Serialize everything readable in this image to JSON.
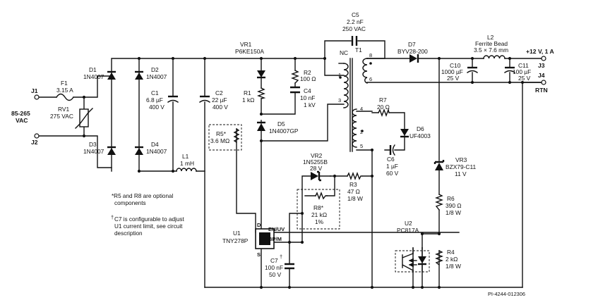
{
  "terminals": {
    "j1": "J1",
    "j2": "J2",
    "j3": "J3",
    "j4": "J4",
    "input_line1": "85-265",
    "input_line2": "VAC",
    "output_v": "+12 V, 1 A",
    "output_rtn": "RTN"
  },
  "components": {
    "f1": {
      "ref": "F1",
      "val": "3.15 A"
    },
    "rv1": {
      "ref": "RV1",
      "val": "275 VAC"
    },
    "d1": {
      "ref": "D1",
      "val": "1N4007"
    },
    "d2": {
      "ref": "D2",
      "val": "1N4007"
    },
    "d3": {
      "ref": "D3",
      "val": "1N4007"
    },
    "d4": {
      "ref": "D4",
      "val": "1N4007"
    },
    "c1": {
      "ref": "C1",
      "val1": "6.8 µF",
      "val2": "400 V"
    },
    "l1": {
      "ref": "L1",
      "val": "1 mH"
    },
    "c2": {
      "ref": "C2",
      "val1": "22 µF",
      "val2": "400 V"
    },
    "r5": {
      "ref": "R5*",
      "val": "3.6 MΩ"
    },
    "vr1": {
      "ref": "VR1",
      "val": "P6KE150A"
    },
    "r1": {
      "ref": "R1",
      "val": "1 kΩ"
    },
    "r2": {
      "ref": "R2",
      "val": "100 Ω"
    },
    "c4": {
      "ref": "C4",
      "val1": "10 nF",
      "val2": "1 kV"
    },
    "d5": {
      "ref": "D5",
      "val": "1N4007GP"
    },
    "c5": {
      "ref": "C5",
      "val1": "2.2 nF",
      "val2": "250 VAC"
    },
    "t1": {
      "ref": "T1",
      "nc": "NC",
      "pins": {
        "p1": "1",
        "p2": "2",
        "p3": "3",
        "p4": "4",
        "p5": "5",
        "p6": "6",
        "p8": "8"
      }
    },
    "d7": {
      "ref": "D7",
      "val": "BYV28-200"
    },
    "l2": {
      "ref": "L2",
      "val1": "Ferrite Bead",
      "val2": "3.5 × 7.6 mm"
    },
    "c10": {
      "ref": "C10",
      "val1": "1000 µF",
      "val2": "25 V"
    },
    "c11": {
      "ref": "C11",
      "val1": "100 µF",
      "val2": "25 V"
    },
    "r7": {
      "ref": "R7",
      "val": "20 Ω"
    },
    "d6": {
      "ref": "D6",
      "val": "UF4003"
    },
    "c6": {
      "ref": "C6",
      "val1": "1 µF",
      "val2": "60 V"
    },
    "vr2": {
      "ref": "VR2",
      "val1": "1N5255B",
      "val2": "28 V"
    },
    "r3": {
      "ref": "R3",
      "val1": "47 Ω",
      "val2": "1/8 W"
    },
    "r8": {
      "ref": "R8*",
      "val1": "21 kΩ",
      "val2": "1%"
    },
    "vr3": {
      "ref": "VR3",
      "val1": "BZX79-C11",
      "val2": "11 V"
    },
    "r6": {
      "ref": "R6",
      "val1": "390 Ω",
      "val2": "1/8 W"
    },
    "r4": {
      "ref": "R4",
      "val1": "2 kΩ",
      "val2": "1/8 W"
    },
    "u2": {
      "ref": "U2",
      "val": "PC817A"
    },
    "u1": {
      "ref": "U1",
      "val": "TNY278P",
      "pins": {
        "d": "D",
        "s": "S",
        "en": "EN/UV",
        "bp": "BP/M"
      }
    },
    "c7": {
      "ref": "C7",
      "dagger": "†",
      "val1": "100 nF",
      "val2": "50 V"
    }
  },
  "notes": {
    "n1_l1": "*R5 and R8 are optional",
    "n1_l2": "components",
    "n2_mark": "†",
    "n2_l1": "C7 is configurable to adjust",
    "n2_l2": "U1 current limit, see circuit",
    "n2_l3": "description"
  },
  "drawing_id": "PI-4244-012306"
}
